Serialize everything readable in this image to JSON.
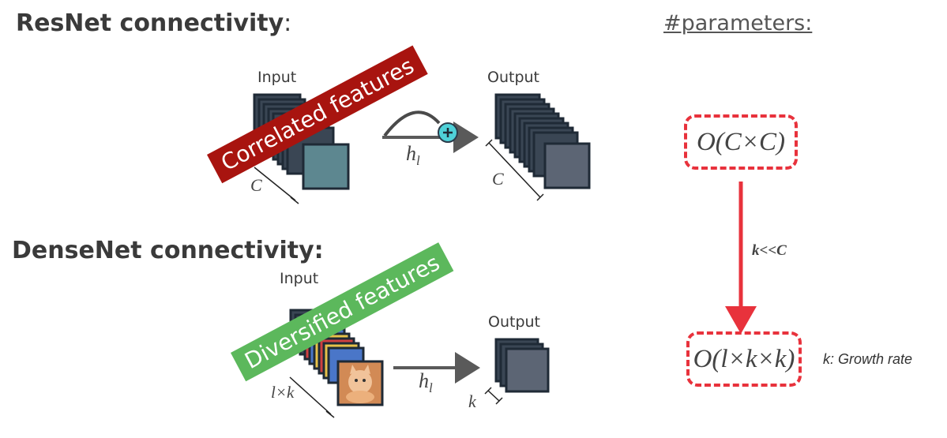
{
  "resnet": {
    "title": "ResNet connectivity",
    "title_suffix": ":",
    "input_label": "Input",
    "output_label": "Output",
    "op_label": "h",
    "op_sub": "l",
    "input_dim": "C",
    "output_dim": "C",
    "overlay": "Correlated features",
    "overlay_color": "#a8140f"
  },
  "densenet": {
    "title": "DenseNet connectivity:",
    "input_label": "Input",
    "output_label": "Output",
    "op_label": "h",
    "op_sub": "l",
    "input_dim": "l×k",
    "output_dim": "k",
    "overlay": "Diversified features",
    "overlay_color": "#5cb85c"
  },
  "params": {
    "title": "#parameters:",
    "resnet_formula": "O(C×C)",
    "densenet_formula": "O(l×k×k)",
    "arrow_label": "k<<C",
    "legend": "k: Growth rate",
    "accent_color": "#e8323c"
  }
}
